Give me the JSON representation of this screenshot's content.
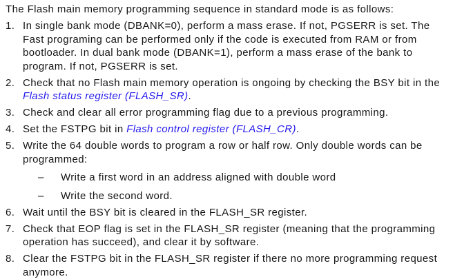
{
  "page": {
    "background": "#ffffff",
    "text_color": "#151515",
    "link_color": "#2318ec"
  },
  "intro": "The Flash main memory programming sequence in standard mode is as follows:",
  "list": {
    "blocks": [
      {
        "kind": "item",
        "marker": "1.",
        "lines": [
          [
            {
              "t": "In single bank mode (DBANK=0), perform a mass erase. If not, PGSERR is set. The"
            }
          ],
          [
            {
              "t": "Fast programing can be performed only if the code is executed from RAM or from"
            }
          ],
          [
            {
              "t": "bootloader. In dual bank mode (DBANK=1), perform a mass erase of the bank to"
            }
          ],
          [
            {
              "t": "program. If not, PGSERR is set."
            }
          ]
        ]
      },
      {
        "kind": "item",
        "marker": "2.",
        "lines": [
          [
            {
              "t": "Check that no Flash main memory operation is ongoing by checking the BSY bit in the"
            }
          ],
          [
            {
              "t": "Flash status register (FLASH_SR)",
              "link": true
            },
            {
              "t": "."
            }
          ]
        ]
      },
      {
        "kind": "item",
        "marker": "3.",
        "lines": [
          [
            {
              "t": "Check and clear all error programming flag due to a previous programming."
            }
          ]
        ]
      },
      {
        "kind": "item",
        "marker": "4.",
        "lines": [
          [
            {
              "t": "Set the FSTPG bit in "
            },
            {
              "t": "Flash control register (FLASH_CR)",
              "link": true
            },
            {
              "t": "."
            }
          ]
        ]
      },
      {
        "kind": "item",
        "marker": "5.",
        "lines": [
          [
            {
              "t": "Write the 64 double words to program a row or half row. Only double words can be"
            }
          ],
          [
            {
              "t": "programmed:"
            }
          ]
        ]
      },
      {
        "kind": "sub",
        "marker": "–",
        "lines": [
          [
            {
              "t": "Write a first word in an address aligned with double word"
            }
          ]
        ]
      },
      {
        "kind": "sub",
        "marker": "–",
        "lines": [
          [
            {
              "t": "Write the second word."
            }
          ]
        ]
      },
      {
        "kind": "item",
        "marker": "6.",
        "lines": [
          [
            {
              "t": "Wait until the BSY bit is cleared in the FLASH_SR register."
            }
          ]
        ]
      },
      {
        "kind": "item",
        "marker": "7.",
        "lines": [
          [
            {
              "t": "Check that EOP flag is set in the FLASH_SR register (meaning that the programming"
            }
          ],
          [
            {
              "t": "operation has succeed), and clear it by software."
            }
          ]
        ]
      },
      {
        "kind": "item",
        "marker": "8.",
        "lines": [
          [
            {
              "t": "Clear the FSTPG bit in the FLASH_SR register if there no more programming request"
            }
          ],
          [
            {
              "t": "anymore."
            }
          ]
        ]
      }
    ]
  }
}
